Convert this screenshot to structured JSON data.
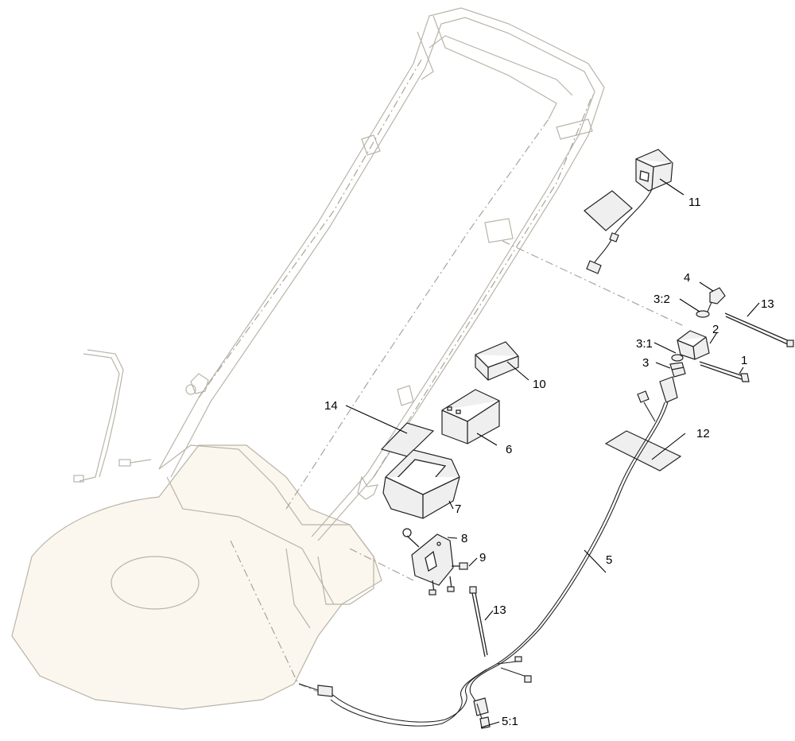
{
  "callouts": [
    {
      "id": "c1",
      "label": "1"
    },
    {
      "id": "c2",
      "label": "2"
    },
    {
      "id": "c3",
      "label": "3"
    },
    {
      "id": "c3_1",
      "label": "3:1"
    },
    {
      "id": "c3_2",
      "label": "3:2"
    },
    {
      "id": "c4",
      "label": "4"
    },
    {
      "id": "c5",
      "label": "5"
    },
    {
      "id": "c5_1",
      "label": "5:1"
    },
    {
      "id": "c6",
      "label": "6"
    },
    {
      "id": "c7",
      "label": "7"
    },
    {
      "id": "c8",
      "label": "8"
    },
    {
      "id": "c9",
      "label": "9"
    },
    {
      "id": "c10",
      "label": "10"
    },
    {
      "id": "c11",
      "label": "11"
    },
    {
      "id": "c12",
      "label": "12"
    },
    {
      "id": "c13a",
      "label": "13"
    },
    {
      "id": "c13b",
      "label": "13"
    },
    {
      "id": "c14",
      "label": "14"
    }
  ]
}
